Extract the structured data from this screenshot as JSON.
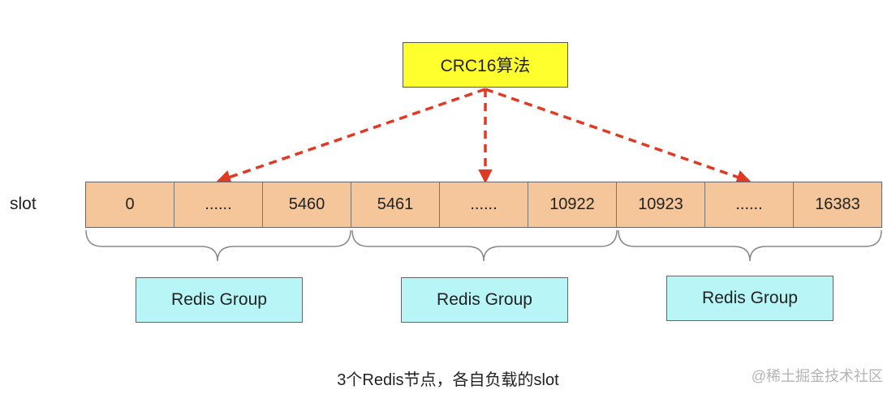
{
  "algorithm": {
    "label": "CRC16算法"
  },
  "slot": {
    "label": "slot",
    "cells": [
      "0",
      "......",
      "5460",
      "5461",
      "......",
      "10922",
      "10923",
      "......",
      "16383"
    ]
  },
  "groups": [
    {
      "label": "Redis Group"
    },
    {
      "label": "Redis Group"
    },
    {
      "label": "Redis Group"
    }
  ],
  "caption": "3个Redis节点，各自负载的slot",
  "watermark": "@稀土掘金技术社区",
  "colors": {
    "algorithm_fill": "#ffff2e",
    "slot_fill": "#f4c69a",
    "group_fill": "#b8f5f7",
    "arrow": "#e03a24",
    "brace": "#888888"
  }
}
